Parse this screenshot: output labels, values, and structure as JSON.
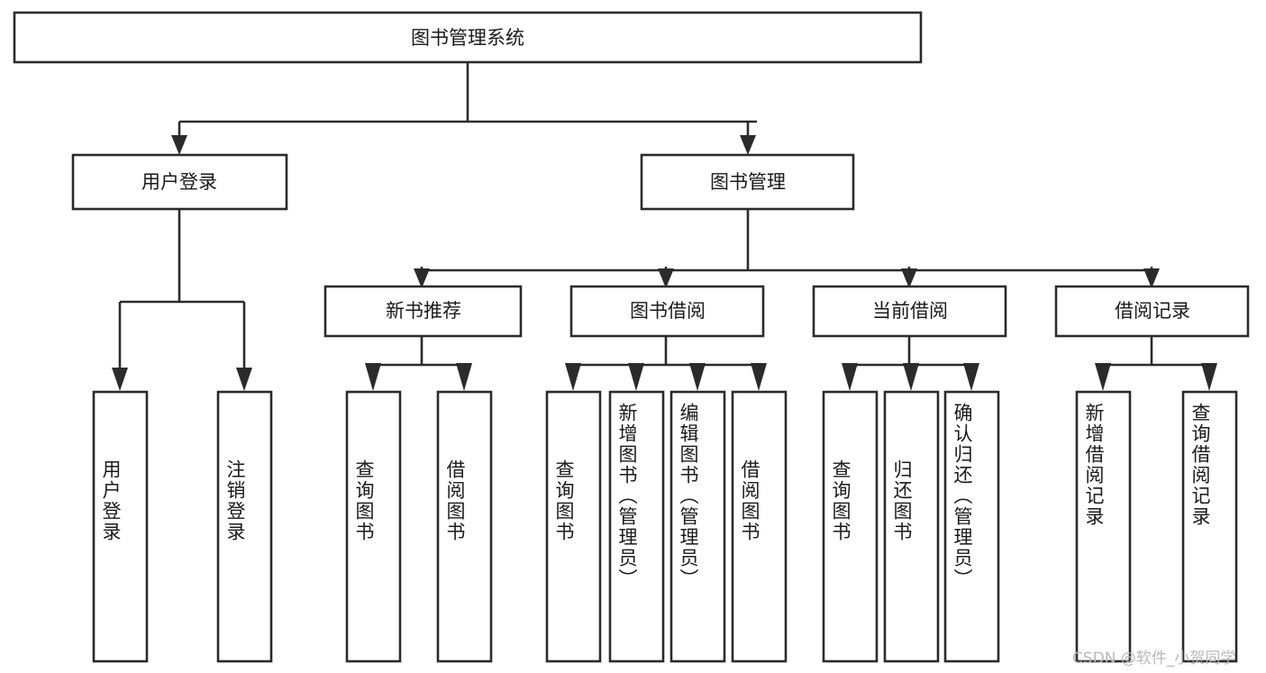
{
  "diagram": {
    "title": "图书管理系统",
    "watermark": "CSDN @软件_小贺同学",
    "type": "tree-hierarchy-chart",
    "colors": {
      "stroke": "#2b2b2b",
      "box_fill": "#ffffff",
      "text": "#1a1a1a",
      "background": "#ffffff",
      "watermark": "#b9b9b9"
    },
    "root": {
      "label": "图书管理系统",
      "orientation": "horizontal"
    },
    "level1": [
      {
        "id": "user-login",
        "label": "用户登录",
        "orientation": "horizontal"
      },
      {
        "id": "book-management",
        "label": "图书管理",
        "orientation": "horizontal"
      }
    ],
    "level2": [
      {
        "id": "new-book-recommend",
        "label": "新书推荐",
        "parent": "book-management",
        "orientation": "horizontal"
      },
      {
        "id": "book-borrow",
        "label": "图书借阅",
        "parent": "book-management",
        "orientation": "horizontal"
      },
      {
        "id": "current-borrow",
        "label": "当前借阅",
        "parent": "book-management",
        "orientation": "horizontal"
      },
      {
        "id": "borrow-record",
        "label": "借阅记录",
        "parent": "book-management",
        "orientation": "horizontal"
      }
    ],
    "leaves": [
      {
        "id": "leaf-user-login",
        "label": "用户登录",
        "parent": "user-login",
        "orientation": "vertical"
      },
      {
        "id": "leaf-logout",
        "label": "注销登录",
        "parent": "user-login",
        "orientation": "vertical"
      },
      {
        "id": "leaf-query-book-rec",
        "label": "查询图书",
        "parent": "new-book-recommend",
        "orientation": "vertical"
      },
      {
        "id": "leaf-borrow-book-rec",
        "label": "借阅图书",
        "parent": "new-book-recommend",
        "orientation": "vertical"
      },
      {
        "id": "leaf-query-book-borrow",
        "label": "查询图书",
        "parent": "book-borrow",
        "orientation": "vertical"
      },
      {
        "id": "leaf-add-book",
        "label": "新增图书（管理员）",
        "parent": "book-borrow",
        "orientation": "vertical"
      },
      {
        "id": "leaf-edit-book",
        "label": "编辑图书（管理员）",
        "parent": "book-borrow",
        "orientation": "vertical"
      },
      {
        "id": "leaf-borrow-book",
        "label": "借阅图书",
        "parent": "book-borrow",
        "orientation": "vertical"
      },
      {
        "id": "leaf-query-book-cur",
        "label": "查询图书",
        "parent": "current-borrow",
        "orientation": "vertical"
      },
      {
        "id": "leaf-return-book",
        "label": "归还图书",
        "parent": "current-borrow",
        "orientation": "vertical"
      },
      {
        "id": "leaf-confirm-return",
        "label": "确认归还（管理员）",
        "parent": "current-borrow",
        "orientation": "vertical"
      },
      {
        "id": "leaf-add-record",
        "label": "新增借阅记录",
        "parent": "borrow-record",
        "orientation": "vertical"
      },
      {
        "id": "leaf-query-record",
        "label": "查询借阅记录",
        "parent": "borrow-record",
        "orientation": "vertical"
      }
    ]
  }
}
